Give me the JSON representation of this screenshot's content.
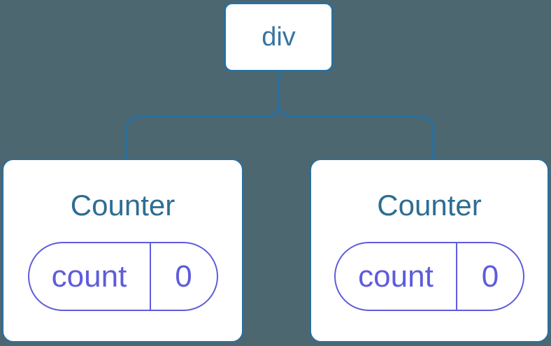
{
  "diagram": {
    "root": {
      "label": "div"
    },
    "children": [
      {
        "title": "Counter",
        "state_key": "count",
        "state_value": "0"
      },
      {
        "title": "Counter",
        "state_key": "count",
        "state_value": "0"
      }
    ]
  },
  "colors": {
    "background": "#4C6770",
    "node_fill": "#FFFFFF",
    "node_border_blue": "#2B6F9C",
    "node_text_blue": "#2E6D93",
    "root_text_blue": "#3875A3",
    "state_purple": "#5E5CDC"
  }
}
